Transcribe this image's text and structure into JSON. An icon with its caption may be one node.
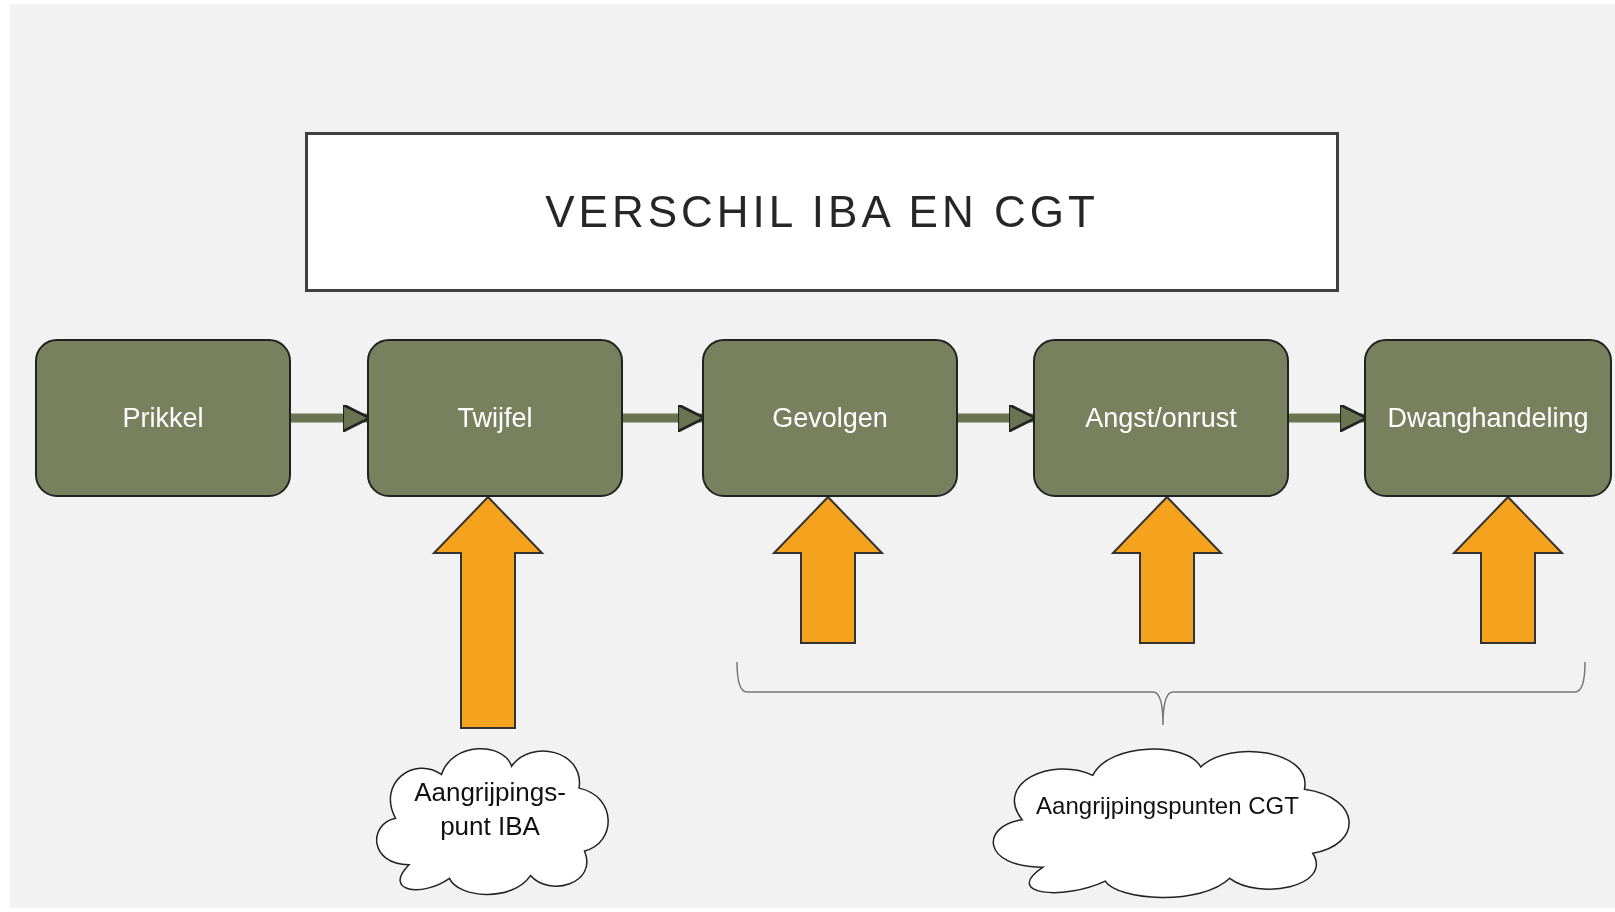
{
  "diagram": {
    "title": "VERSCHIL IBA EN CGT",
    "nodes": [
      {
        "text": [
          "Prikkel"
        ]
      },
      {
        "text": [
          "Twijfel"
        ]
      },
      {
        "text": [
          "Gevolgen"
        ]
      },
      {
        "text": [
          "Angst/onrust"
        ]
      },
      {
        "text": [
          "Dwanghandeling"
        ]
      },
      {
        "text": [
          "Aangrijpings- punt IBA"
        ]
      },
      {
        "text": [
          "Aangrijpingspunten CGT"
        ]
      }
    ],
    "edges": [
      {
        "from": 0,
        "to": 1,
        "arrow": "to"
      },
      {
        "from": 1,
        "to": 2,
        "arrow": "to"
      },
      {
        "from": 2,
        "to": 3,
        "arrow": "to"
      },
      {
        "from": 3,
        "to": 4,
        "arrow": "to"
      },
      {
        "from": 5,
        "to": 1,
        "arrow": "to",
        "style": "thick",
        "color": "#f5a21f"
      },
      {
        "from": 6,
        "to": 2,
        "arrow": "to",
        "style": "thick",
        "color": "#f5a21f"
      },
      {
        "from": 6,
        "to": 3,
        "arrow": "to",
        "style": "thick",
        "color": "#f5a21f"
      },
      {
        "from": 6,
        "to": 4,
        "arrow": "to",
        "style": "thick",
        "color": "#f5a21f"
      }
    ]
  }
}
